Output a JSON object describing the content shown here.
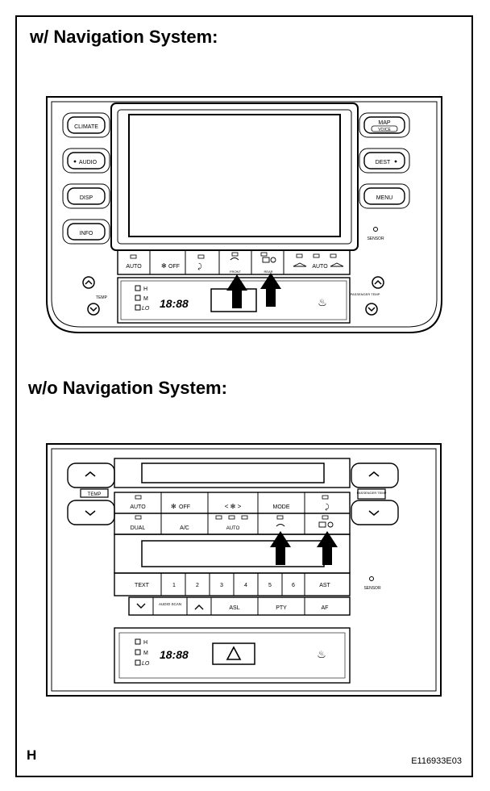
{
  "title_nav": "w/ Navigation System:",
  "title_no_nav": "w/o Navigation System:",
  "footer_left": "H",
  "footer_right": "E116933E03",
  "nav": {
    "left_buttons": [
      "CLIMATE",
      "AUDIO",
      "DISP",
      "INFO"
    ],
    "right_buttons": [
      "MAP",
      "VOICE",
      "DEST",
      "MENU"
    ],
    "sensor": "SENSOR",
    "climate_row": [
      "AUTO",
      "OFF",
      "FRONT",
      "REAR",
      "AUTO"
    ],
    "temp": "TEMP",
    "passenger_temp": "PASSENGER TEMP",
    "fan": [
      "H",
      "M",
      "LO"
    ],
    "clock": "18:88"
  },
  "nonav": {
    "temp": "TEMP",
    "passenger_temp": "PASSENGER TEMP",
    "row1": [
      "AUTO",
      "OFF",
      "MODE"
    ],
    "row2": [
      "DUAL",
      "A/C",
      "AUTO"
    ],
    "presets": [
      "TEXT",
      "1",
      "2",
      "3",
      "4",
      "5",
      "6",
      "AST"
    ],
    "bottom": [
      "AUDIO SCAN",
      "ASL",
      "PTY",
      "AF"
    ],
    "sensor": "SENSOR",
    "fan": [
      "H",
      "M",
      "LO"
    ],
    "clock": "18:88"
  },
  "icons": [
    "arrow-up-icon",
    "hazard-icon",
    "seat-heater-icon",
    "fan-icon",
    "defroster-icon",
    "rear-defroster-icon",
    "chevron-up-icon",
    "chevron-down-icon"
  ]
}
